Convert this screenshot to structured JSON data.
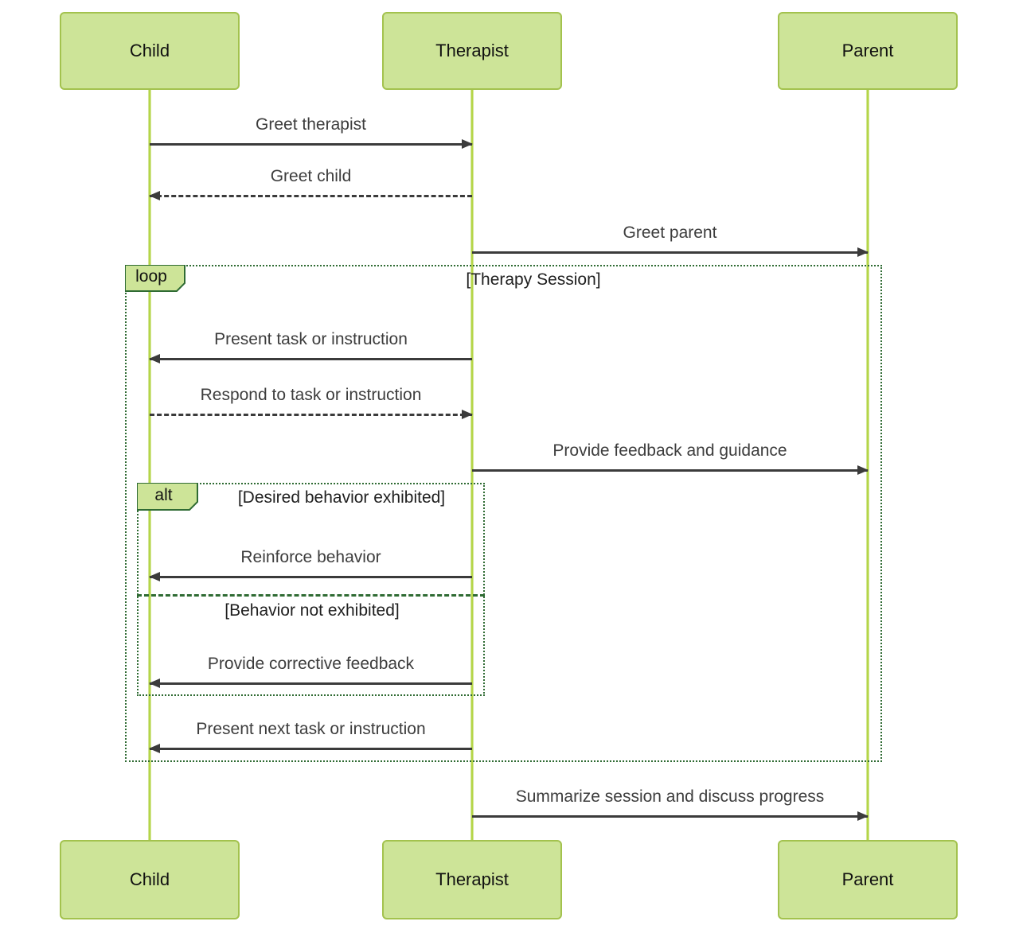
{
  "diagram_type": "sequence-diagram",
  "actors": [
    {
      "id": "child",
      "name": "Child"
    },
    {
      "id": "therapist",
      "name": "Therapist"
    },
    {
      "id": "parent",
      "name": "Parent"
    }
  ],
  "messages": [
    {
      "label": "Greet therapist",
      "from": "Child",
      "to": "Therapist",
      "line": "solid",
      "direction": "right"
    },
    {
      "label": "Greet child",
      "from": "Therapist",
      "to": "Child",
      "line": "dashed",
      "direction": "left"
    },
    {
      "label": "Greet parent",
      "from": "Therapist",
      "to": "Parent",
      "line": "solid",
      "direction": "right"
    },
    {
      "label": "Present task or instruction",
      "from": "Therapist",
      "to": "Child",
      "line": "solid",
      "direction": "left"
    },
    {
      "label": "Respond to task or instruction",
      "from": "Child",
      "to": "Therapist",
      "line": "dashed",
      "direction": "right"
    },
    {
      "label": "Provide feedback and guidance",
      "from": "Therapist",
      "to": "Parent",
      "line": "solid",
      "direction": "right"
    },
    {
      "label": "Reinforce behavior",
      "from": "Therapist",
      "to": "Child",
      "line": "solid",
      "direction": "left"
    },
    {
      "label": "Provide corrective feedback",
      "from": "Therapist",
      "to": "Child",
      "line": "solid",
      "direction": "left"
    },
    {
      "label": "Present next task or instruction",
      "from": "Therapist",
      "to": "Child",
      "line": "solid",
      "direction": "left"
    },
    {
      "label": "Summarize session and discuss progress",
      "from": "Therapist",
      "to": "Parent",
      "line": "solid",
      "direction": "right"
    }
  ],
  "frames": [
    {
      "type": "loop",
      "title": "[Therapy Session]"
    },
    {
      "type": "alt",
      "title": "[Desired behavior exhibited]",
      "divider_label": "[Behavior not exhibited]"
    }
  ],
  "colors": {
    "actor_fill": "#cde498",
    "actor_border": "#a3c24e",
    "lifeline": "#b5d648",
    "frame_border": "#2f6b33",
    "arrow": "#3b3b3b",
    "message_text": "#3d3d3d"
  }
}
